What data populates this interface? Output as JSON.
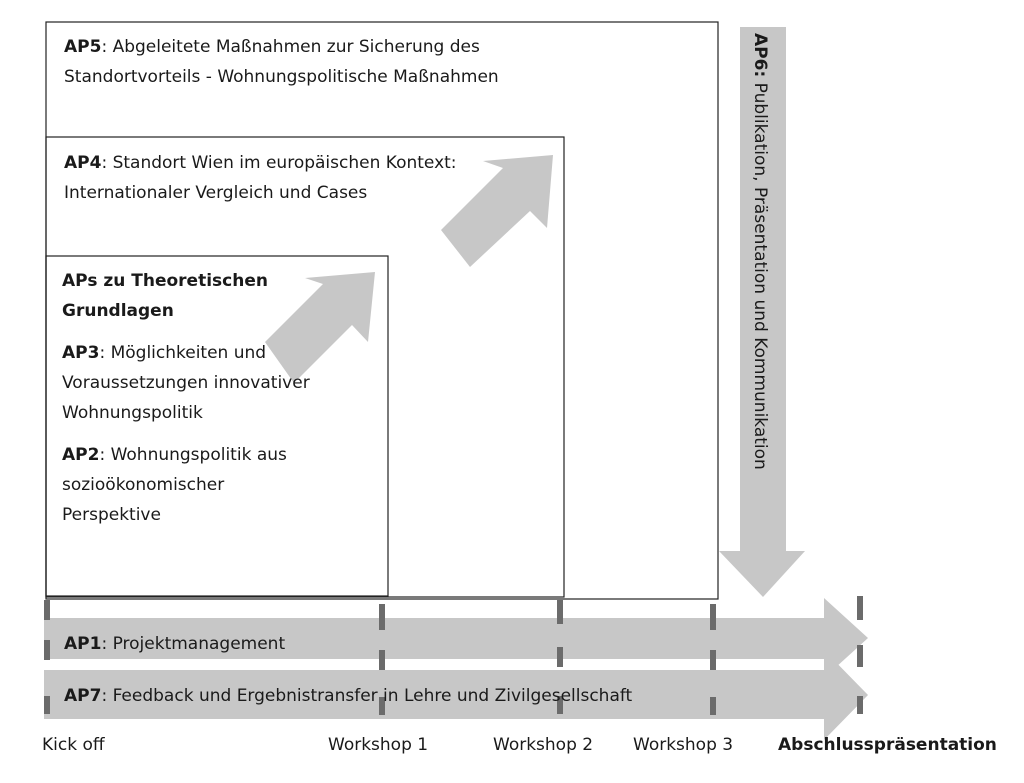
{
  "colors": {
    "arrow_fill": "#c7c7c7",
    "tick": "#6b6b6b",
    "box_border": "#222222"
  },
  "boxes": {
    "ap5": {
      "label": "AP5",
      "text": ": Abgeleitete Maßnahmen zur Sicherung des",
      "text2": "Standortvorteils - Wohnungspolitische Maßnahmen"
    },
    "ap4": {
      "label": "AP4",
      "text": ": Standort Wien im europäischen Kontext:",
      "text2": "Internationaler Vergleich und Cases"
    },
    "theory": {
      "heading": "APs zu Theoretischen",
      "heading2": "Grundlagen",
      "ap3_label": "AP3",
      "ap3_line1": ": Möglichkeiten und",
      "ap3_line2": "Voraussetzungen innovativer",
      "ap3_line3": "Wohnungspolitik",
      "ap2_label": "AP2",
      "ap2_line1": ": Wohnungspolitik aus",
      "ap2_line2": "sozioökonomischer",
      "ap2_line3": "Perspektive"
    }
  },
  "ap6": {
    "label": "AP6:",
    "text": " Publikation, Präsentation und Kommunikation"
  },
  "lanes": [
    {
      "label": "AP1",
      "text": ": Projektmanagement"
    },
    {
      "label": "AP7",
      "text": ": Feedback und Ergebnistransfer in Lehre und Zivilgesellschaft"
    }
  ],
  "milestones": [
    "Kick off",
    "Workshop 1",
    "Workshop 2",
    "Workshop 3",
    "Abschlusspräsentation"
  ]
}
